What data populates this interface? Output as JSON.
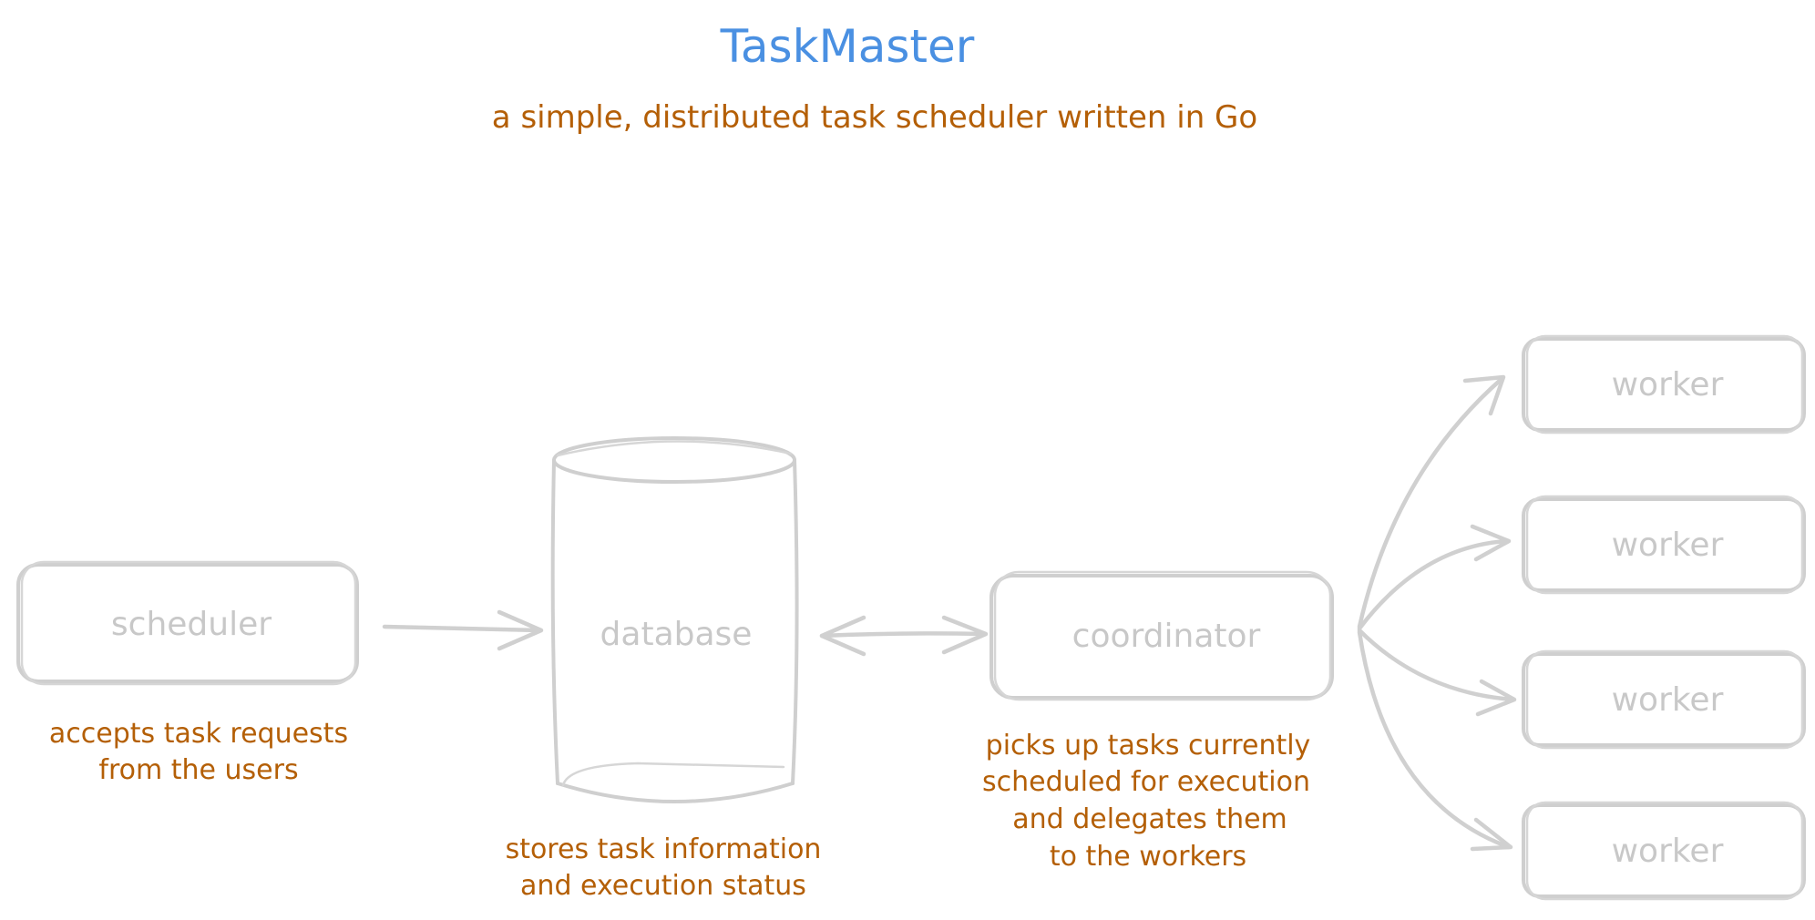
{
  "title": "TaskMaster",
  "subtitle": "a simple, distributed task scheduler written in Go",
  "nodes": {
    "scheduler": "scheduler",
    "database": "database",
    "coordinator": "coordinator",
    "workers": [
      "worker",
      "worker",
      "worker",
      "worker"
    ]
  },
  "notes": {
    "scheduler": [
      "accepts task requests",
      "from the users"
    ],
    "database": [
      "stores task information",
      "and execution status"
    ],
    "coordinator": [
      "picks up tasks currently",
      "scheduled for execution",
      "and delegates them",
      "to the workers"
    ]
  },
  "colors": {
    "title": "#4a90e2",
    "annotation": "#b45f06",
    "shape": "#cfcfcf"
  }
}
